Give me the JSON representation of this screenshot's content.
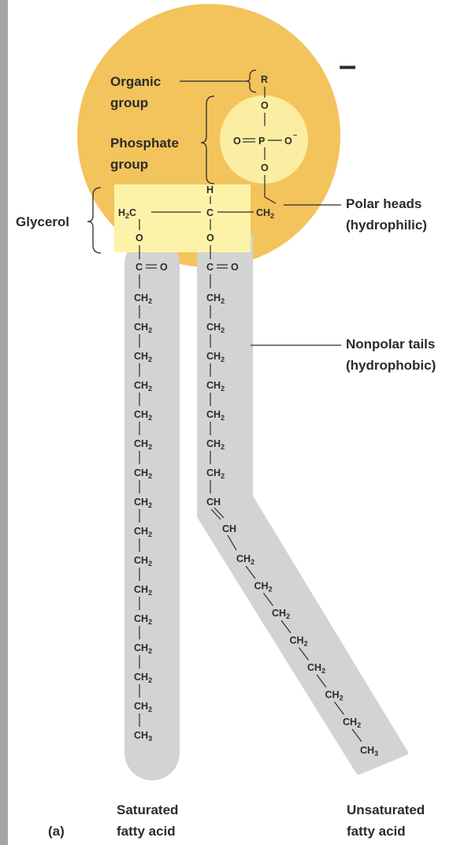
{
  "figure_label": "(a)",
  "mark": "–",
  "labels": {
    "organic_group": [
      "Organic",
      "group"
    ],
    "phosphate_group": [
      "Phosphate",
      "group"
    ],
    "glycerol": "Glycerol",
    "polar_heads": [
      "Polar heads",
      "(hydrophilic)"
    ],
    "nonpolar_tails": [
      "Nonpolar tails",
      "(hydrophobic)"
    ],
    "saturated": [
      "Saturated",
      "fatty acid"
    ],
    "unsaturated": [
      "Unsaturated",
      "fatty acid"
    ]
  },
  "atoms": {
    "R": "R",
    "O": "O",
    "P": "P",
    "O_minus": "O",
    "minus": "–",
    "H": "H",
    "C": "C",
    "H2C": "H",
    "sub2": "2",
    "CH2": "CH",
    "CH": "CH",
    "CH3": "CH",
    "sub3": "3"
  },
  "saturated_chain_count": 16,
  "unsaturated_upper_count": 7,
  "unsaturated_lower_count": 7,
  "colors": {
    "head_circle": "#f3c35c",
    "phosphate_circle": "#fbeda2",
    "glycerol_box": "#fcf3a8",
    "tail": "#d3d3d3",
    "text": "#2b2b2b"
  }
}
